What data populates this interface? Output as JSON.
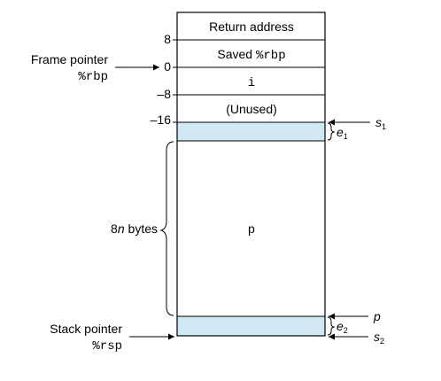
{
  "stack": {
    "rows": {
      "return_address": "Return address",
      "saved_rbp_prefix": "Saved ",
      "saved_rbp_reg": "%rbp",
      "var_i": "i",
      "unused": "(Unused)",
      "var_p": "p"
    },
    "offsets": {
      "plus8": "8",
      "zero": "0",
      "minus8": "–8",
      "minus16": "–16"
    },
    "fill_color": "#cfe8f3",
    "line_color": "#000000"
  },
  "left_labels": {
    "frame_pointer": "Frame pointer",
    "frame_pointer_reg": "%rbp",
    "bytes_n": "8",
    "bytes_var": "n",
    "bytes_suffix": " bytes",
    "stack_pointer": "Stack pointer",
    "stack_pointer_reg": "%rsp"
  },
  "right_labels": {
    "s1_letter": "s",
    "s1_sub": "1",
    "e1_letter": "e",
    "e1_sub": "1",
    "p_label": "p",
    "e2_letter": "e",
    "e2_sub": "2",
    "s2_letter": "s",
    "s2_sub": "2"
  }
}
